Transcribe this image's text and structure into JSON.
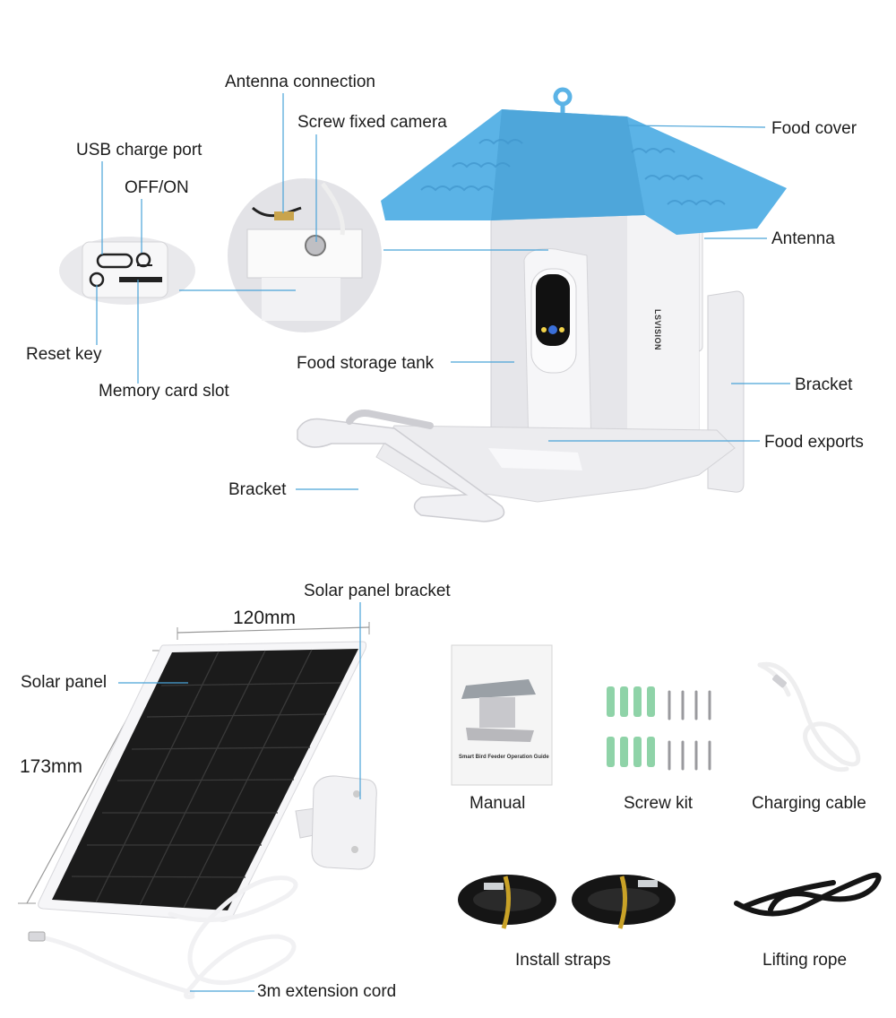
{
  "feeder_labels": {
    "antenna_connection": "Antenna connection",
    "screw_fixed_camera": "Screw fixed camera",
    "usb_charge_port": "USB charge port",
    "off_on": "OFF/ON",
    "reset_key": "Reset key",
    "memory_card_slot": "Memory card slot",
    "food_storage_tank": "Food storage tank",
    "bracket_left": "Bracket",
    "food_cover": "Food cover",
    "antenna": "Antenna",
    "bracket_right": "Bracket",
    "food_exports": "Food exports"
  },
  "brand": "LSVISION",
  "solar_labels": {
    "solar_panel_bracket": "Solar panel bracket",
    "width": "120mm",
    "solar_panel": "Solar panel",
    "height": "173mm",
    "extension_cord": "3m extension cord"
  },
  "accessories": {
    "manual": "Manual",
    "manual_title": "Smart Bird Feeder Operation Guide",
    "screw_kit": "Screw kit",
    "charging_cable": "Charging cable",
    "install_straps": "Install straps",
    "lifting_rope": "Lifting rope"
  },
  "colors": {
    "roof_blue": "#5bb3e6",
    "body_grey": "#e6e6ea",
    "anchor_green": "#8fd3a8",
    "panel_black": "#1b1b1b",
    "leader_blue": "#4aa3d8"
  }
}
